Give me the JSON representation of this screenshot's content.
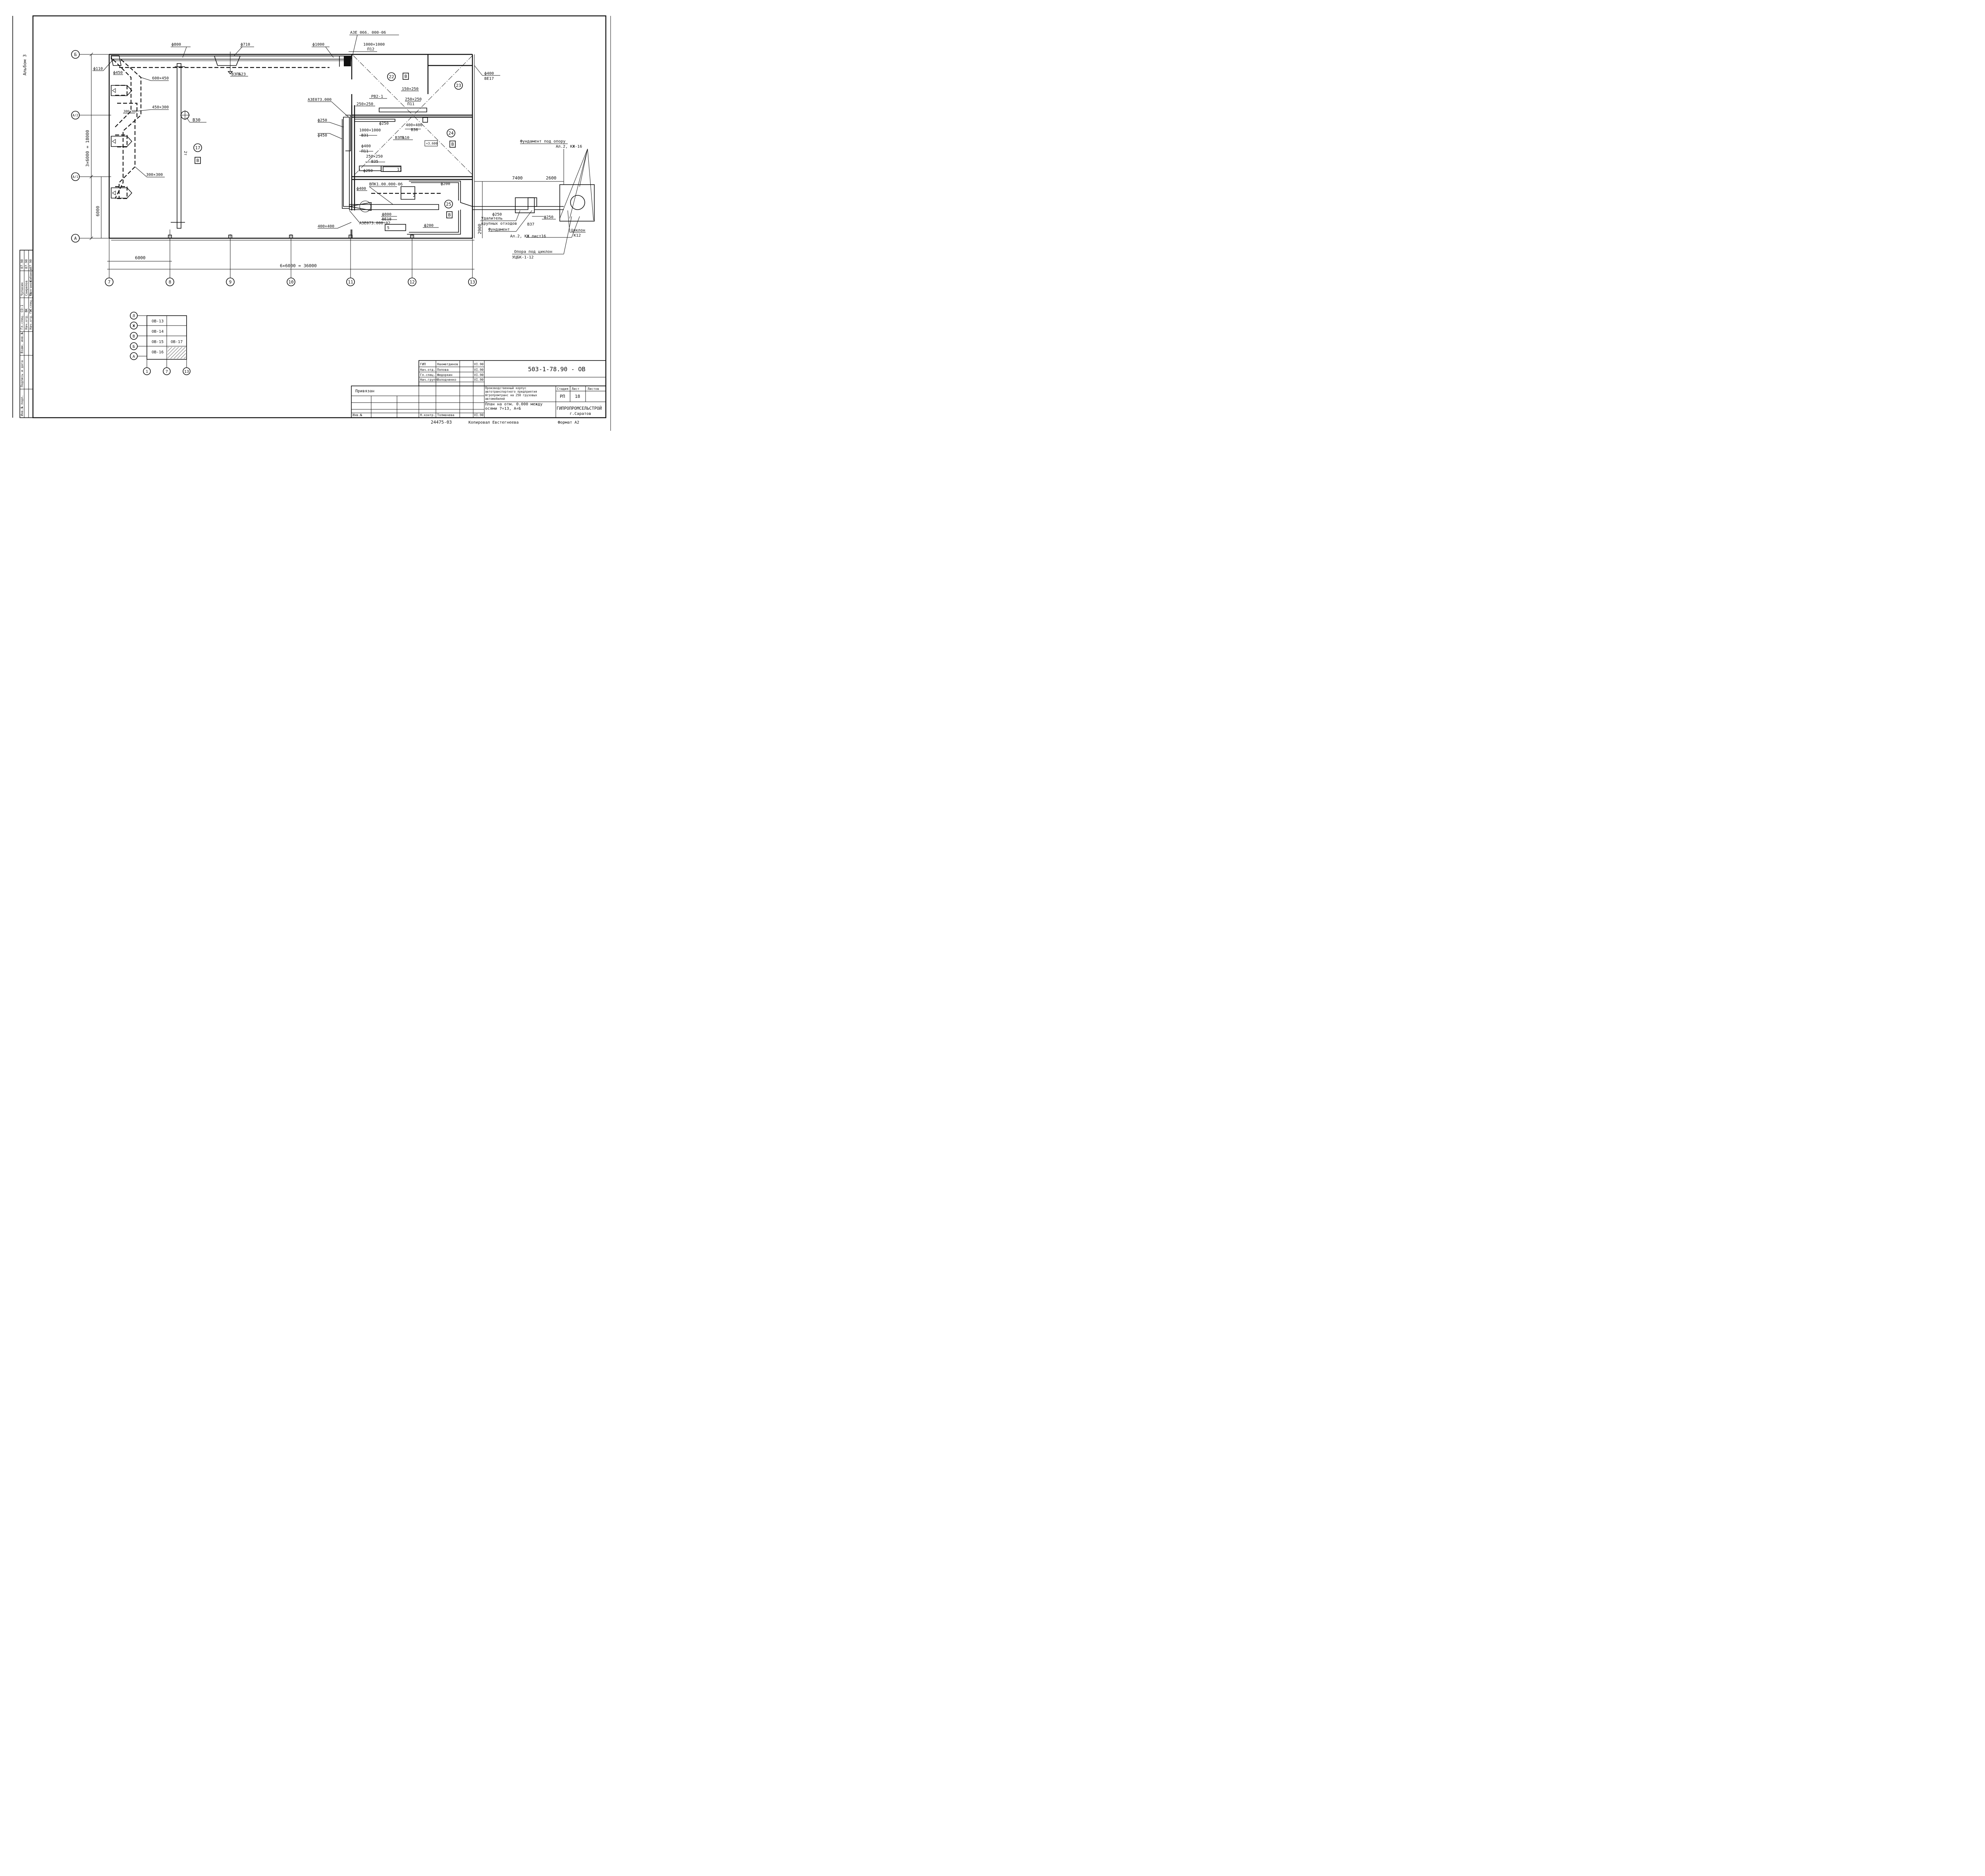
{
  "album": "Альбом 3",
  "axes": {
    "rows": [
      "Б",
      "А/2",
      "А/1",
      "А"
    ],
    "cols": [
      "7",
      "8",
      "9",
      "10",
      "11",
      "12",
      "13"
    ]
  },
  "dims": {
    "vertical_total": "3×6000 = 18000",
    "vertical_bottom": "6000",
    "horizontal_span": "6000",
    "horizontal_total": "6×6000 = 36000",
    "right_7400": "7400",
    "right_2600": "2600",
    "right_2900": "2900"
  },
  "rooms": [
    {
      "num": "17",
      "cat": "В"
    },
    {
      "num": "22",
      "cat": "В"
    },
    {
      "num": "23",
      "cat": ""
    },
    {
      "num": "24",
      "cat": "В"
    },
    {
      "num": "25",
      "cat": "В"
    }
  ],
  "labels": {
    "d800_top": "ф800",
    "d710": "ф710",
    "d1000": "ф1000",
    "aze066": "АЗЕ 066. 000-06",
    "s1000x1000_top": "1000×1000",
    "p12": "П12",
    "d110": "ф110",
    "d450_top": "ф450",
    "s600x450": "600×450",
    "vzp23": "ВЗП№23",
    "s450x300": "450×300",
    "s300x300_small": "300×300",
    "s300x300": "300×300",
    "b30": "В30",
    "t2t": "2т",
    "d400_ve17": "ф400",
    "ve17": "ВЕ17",
    "rv2": "РВ2-1",
    "s150x250": "150×250",
    "s250x250_p11": "250×250",
    "p11_top": "П11",
    "aze073": "АЗЕ073.000",
    "s250x250_a": "250×250",
    "d250_a": "ф250",
    "d250_b": "ф250",
    "s1000x1000_b31": "1000×1000",
    "b31": "В31",
    "d450": "ф450",
    "d400_p11": "ф400",
    "p11": "П11",
    "s400x400_b36": "400×400",
    "b36": "В36",
    "vzp10": "ВЗП№10",
    "level": "+3.600",
    "s250x250_b35": "250×250",
    "b35": "В35",
    "d250_c": "ф250",
    "eq11": "11",
    "vpk": "ВПК1.00.000-06",
    "d200_a": "ф200",
    "d400_mid": "ф400",
    "eq2": "2",
    "d800_ve18": "ф800",
    "ve18": "ВЕ18",
    "aze073_02": "АЗЕ073.000-02",
    "s400x400": "400×400",
    "eq5": "5",
    "d200_b": "ф200",
    "fund_opora": "Фундамент под опору",
    "al2_kzh16": "Ал.2, КЖ-16",
    "d250_right": "ф250",
    "d250_mid": "ф250",
    "udal1": "Удалитель",
    "udal2": "крупных отходов",
    "fundament": "Фундамент",
    "b37": "В37",
    "al2_kzh_list": "Ал.2, КЖ лист16",
    "ciklon": "Циклон",
    "k12": "К12",
    "opora1": "Опора под циклон",
    "opora2": "УЦБК-1-12"
  },
  "key_table": {
    "rows": [
      {
        "axis": "Л",
        "sheets": [
          "ОВ-13"
        ]
      },
      {
        "axis": "Ж",
        "sheets": [
          "ОВ-14"
        ]
      },
      {
        "axis": "В",
        "sheets": [
          "ОВ-15",
          "ОВ-17"
        ]
      },
      {
        "axis": "Б",
        "sheets": [
          "ОВ-15",
          "ОВ-17"
        ]
      },
      {
        "axis": "А",
        "sheets": [
          "ОВ-16",
          ""
        ]
      }
    ],
    "cols": [
      "1",
      "7",
      "13"
    ]
  },
  "left_stamp": {
    "roles": [
      "Гл.спец. СО-1",
      "Нач.отд. ВК",
      "Нач.отд. ЭТ",
      "Гл.спец. ТХ"
    ],
    "names": [
      "Чупахин",
      "Свирепов",
      "Калганов",
      "Кабанов"
    ],
    "dates": [
      "07.90",
      "07.90",
      "07.90",
      "07.90"
    ],
    "fields": [
      "Инв.№ подл.",
      "Подпись и дата",
      "Взам. инв.№"
    ]
  },
  "title_block": {
    "doc_code": "503-1-78.90 - ОВ",
    "staff": [
      {
        "role": "ГИП",
        "name": "Нахметдинов",
        "date": "VI.90"
      },
      {
        "role": "Нач.отд.",
        "name": "Попова",
        "date": "VI.90"
      },
      {
        "role": "Гл.спец.",
        "name": "Федоркин",
        "date": "VI.90"
      },
      {
        "role": "Нач.групп",
        "name": "Володченко",
        "date": "VI.90"
      }
    ],
    "norm_control": {
      "role": "Н.контр.",
      "name": "Толмачева",
      "date": "VI.90"
    },
    "privyazan": "Привязан",
    "inv": "Инв.№",
    "project": "Производственный корпус автотранспортного предприятия Агропромтранс на 250 грузовых автомобилей",
    "sheet_title": "План на отм. 0.000 между осями 7÷13, А÷Б",
    "stage_label": "Стадия",
    "sheet_label": "Лист",
    "sheets_label": "Листов",
    "stage": "РП",
    "sheet": "18",
    "sheets": "",
    "org": "ГИПРОПРОМСЕЛЬСТРОЙ",
    "city": "г.Саратов"
  },
  "footer": {
    "number": "24475-03",
    "copied": "Копировал Евстегнеева",
    "format": "Формат А2"
  }
}
